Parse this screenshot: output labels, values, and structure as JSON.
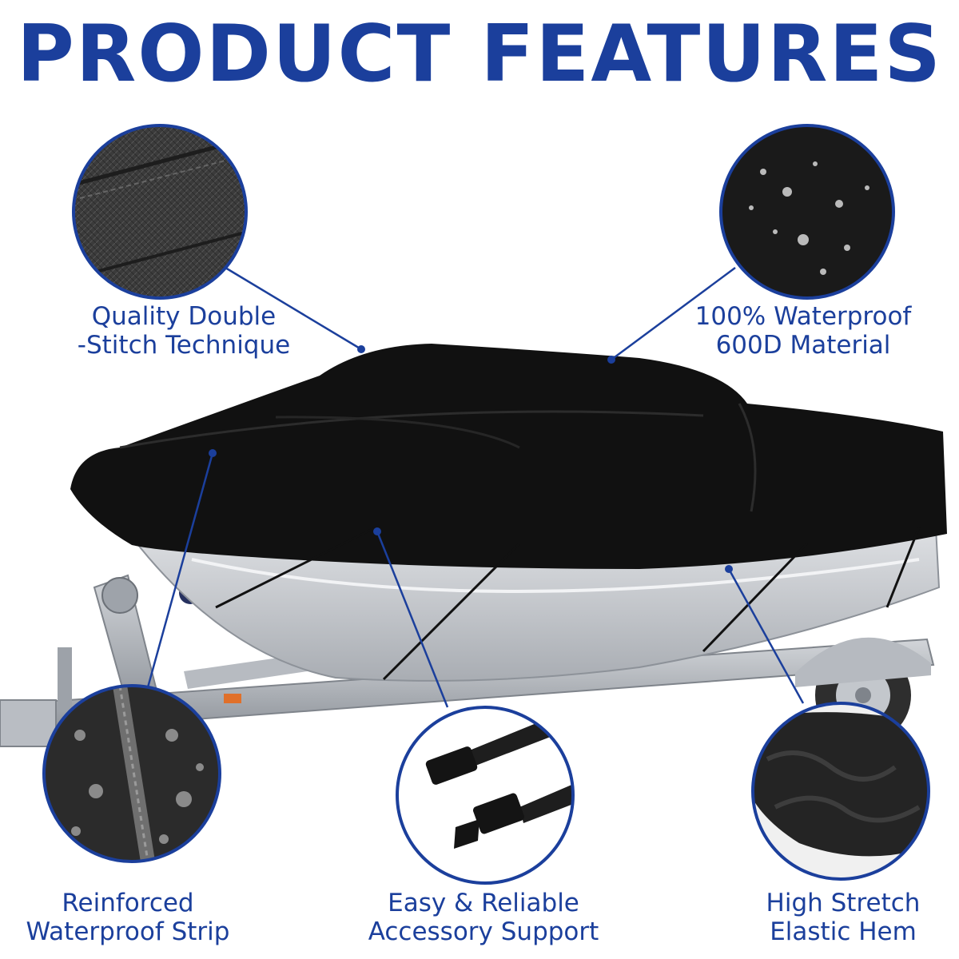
{
  "title": "PRODUCT FEATURES",
  "colors": {
    "brand_blue": "#1b3f9c",
    "cover_black": "#111111",
    "hull_grey": "#c9ccd1",
    "trailer_grey": "#a7acb3"
  },
  "features": [
    {
      "line1": "Quality Double",
      "line2": "-Stitch Technique"
    },
    {
      "line1": "100% Waterproof",
      "line2": "600D Material"
    },
    {
      "line1": "Reinforced",
      "line2": "Waterproof Strip"
    },
    {
      "line1": "Easy & Reliable",
      "line2": "Accessory Support"
    },
    {
      "line1": "High Stretch",
      "line2": "Elastic Hem"
    }
  ]
}
